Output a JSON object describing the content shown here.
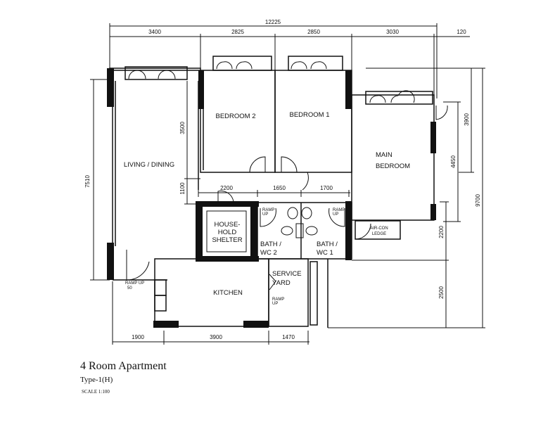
{
  "title": "4 Room Apartment",
  "subtitle": "Type-1(H)",
  "scale": "SCALE 1:100",
  "rooms": {
    "living_dining": "LIVING / DINING",
    "bedroom2": "BEDROOM 2",
    "bedroom1": "BEDROOM 1",
    "main_bedroom_1": "MAIN",
    "main_bedroom_2": "BEDROOM",
    "shelter_1": "HOUSE-",
    "shelter_2": "HOLD",
    "shelter_3": "SHELTER",
    "bath2_1": "BATH /",
    "bath2_2": "WC 2",
    "bath1_1": "BATH /",
    "bath1_2": "WC 1",
    "kitchen": "KITCHEN",
    "service_1": "SERVICE",
    "service_2": "YARD",
    "aircon_1": "AIR-CON",
    "aircon_2": "LEDGE"
  },
  "labels": {
    "ramp_up": "RAMP UP",
    "ramp": "RAMP",
    "up": "UP",
    "ramp_50": "50"
  },
  "dimensions": {
    "top_total": "12225",
    "top": [
      "3400",
      "2825",
      "2850",
      "3030",
      "120"
    ],
    "left_total": "7510",
    "living_inner": [
      "3500",
      "1100"
    ],
    "mid": [
      "2200",
      "1650",
      "1700"
    ],
    "right": [
      "3900",
      "4450",
      "9700",
      "2200",
      "2500"
    ],
    "bottom": [
      "1900",
      "3900",
      "1470"
    ]
  }
}
